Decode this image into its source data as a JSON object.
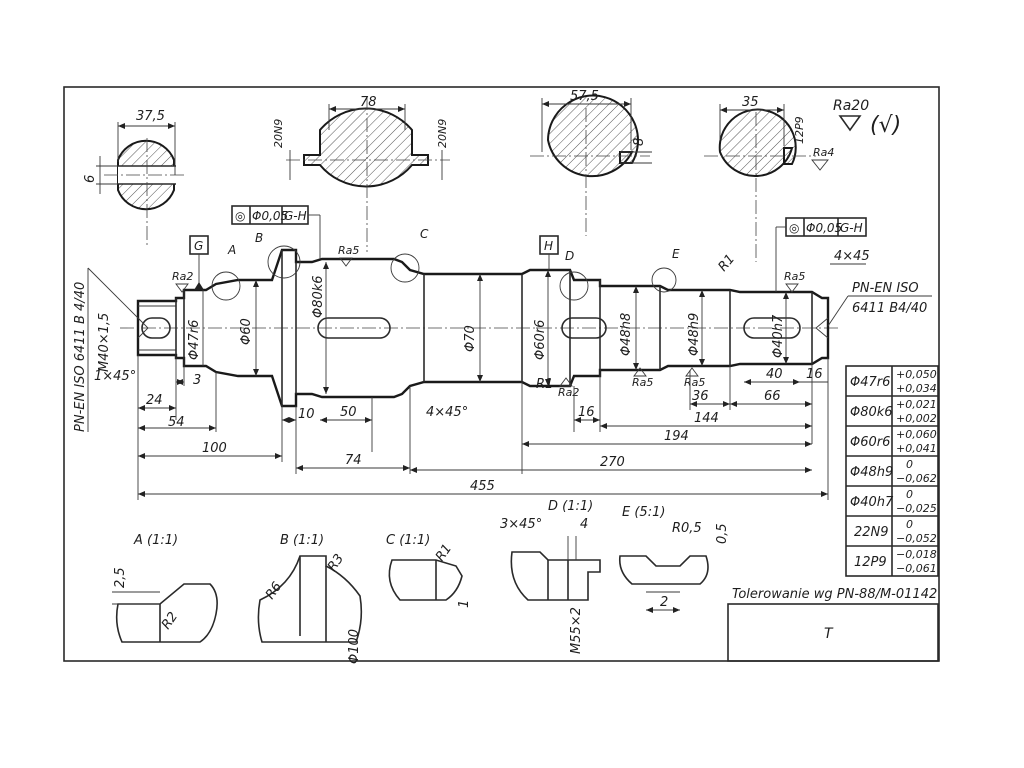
{
  "sections": {
    "a": {
      "width": "37,5",
      "key": "6"
    },
    "b": {
      "width": "78",
      "key_left": "20N9",
      "key_right": "20N9"
    },
    "c": {
      "width": "57,5",
      "key": "8"
    },
    "d": {
      "width": "35",
      "key": "12P9",
      "roughness": "Ra4"
    }
  },
  "general_roughness": "Ra20",
  "general_roughness_symbol": "(√)",
  "tolerance_frames": [
    {
      "symbol": "◎",
      "value": "Φ0,05",
      "datum": "G-H"
    },
    {
      "symbol": "◎",
      "value": "Φ0,05",
      "datum": "G-H"
    }
  ],
  "datums": {
    "g": "G",
    "h": "H"
  },
  "detail_markers": {
    "a": "A",
    "b": "B",
    "c": "C",
    "d": "D",
    "e": "E"
  },
  "roughness": {
    "r1": "Ra2",
    "r2": "Ra5",
    "r3": "Ra2",
    "r4": "Ra5",
    "r5": "Ra5",
    "r6": "Ra5"
  },
  "diameters": {
    "thread": "M40×1,5",
    "d47": "Φ47r6",
    "d60": "Φ60",
    "d80": "Φ80k6",
    "d70": "Φ70",
    "d60r6": "Φ60r6",
    "d48h8": "Φ48h8",
    "d48h9": "Φ48h9",
    "d40h7": "Φ40h7"
  },
  "labels": {
    "pn_left": "PN-EN ISO 6411 B 4/40",
    "pn_right_1": "PN-EN ISO",
    "pn_right_2": "6411 B4/40",
    "chamfer_left": "1×45°",
    "chamfer_right": "4×45",
    "chamfer_mid": "4×45°",
    "r1": "R1",
    "r1b": "R1"
  },
  "lengths": {
    "l3": "3",
    "l24": "24",
    "l54": "54",
    "l100": "100",
    "l10": "10",
    "l50": "50",
    "l74": "74",
    "l270": "270",
    "l455": "455",
    "l16a": "16",
    "l144": "144",
    "l194": "194",
    "l36": "36",
    "l66": "66",
    "l40": "40",
    "l16b": "16"
  },
  "tolerance_table": [
    {
      "fit": "Φ47r6",
      "upper": "+0,050",
      "lower": "+0,034"
    },
    {
      "fit": "Φ80k6",
      "upper": "+0,021",
      "lower": "+0,002"
    },
    {
      "fit": "Φ60r6",
      "upper": "+0,060",
      "lower": "+0,041"
    },
    {
      "fit": "Φ48h9",
      "upper": "0",
      "lower": "−0,062"
    },
    {
      "fit": "Φ40h7",
      "upper": "0",
      "lower": "−0,025"
    },
    {
      "fit": "22N9",
      "upper": "0",
      "lower": "−0,052"
    },
    {
      "fit": "12P9",
      "upper": "−0,018",
      "lower": "−0,061"
    }
  ],
  "details": {
    "a": {
      "title": "A (1:1)",
      "d1": "2,5",
      "d2": "R2"
    },
    "b": {
      "title": "B (1:1)",
      "d1": "R6",
      "d2": "R3",
      "d3": "Φ100"
    },
    "c": {
      "title": "C (1:1)",
      "d1": "R1",
      "d2": "1"
    },
    "d": {
      "title": "D (1:1)",
      "d1": "3×45°",
      "d2": "4",
      "d3": "M55×2"
    },
    "e": {
      "title": "E (5:1)",
      "d1": "R0,5",
      "d2": "0,5",
      "d3": "2"
    }
  },
  "tolerance_note": "Tolerowanie wg PN-88/M-01142",
  "title_block_text": "T"
}
